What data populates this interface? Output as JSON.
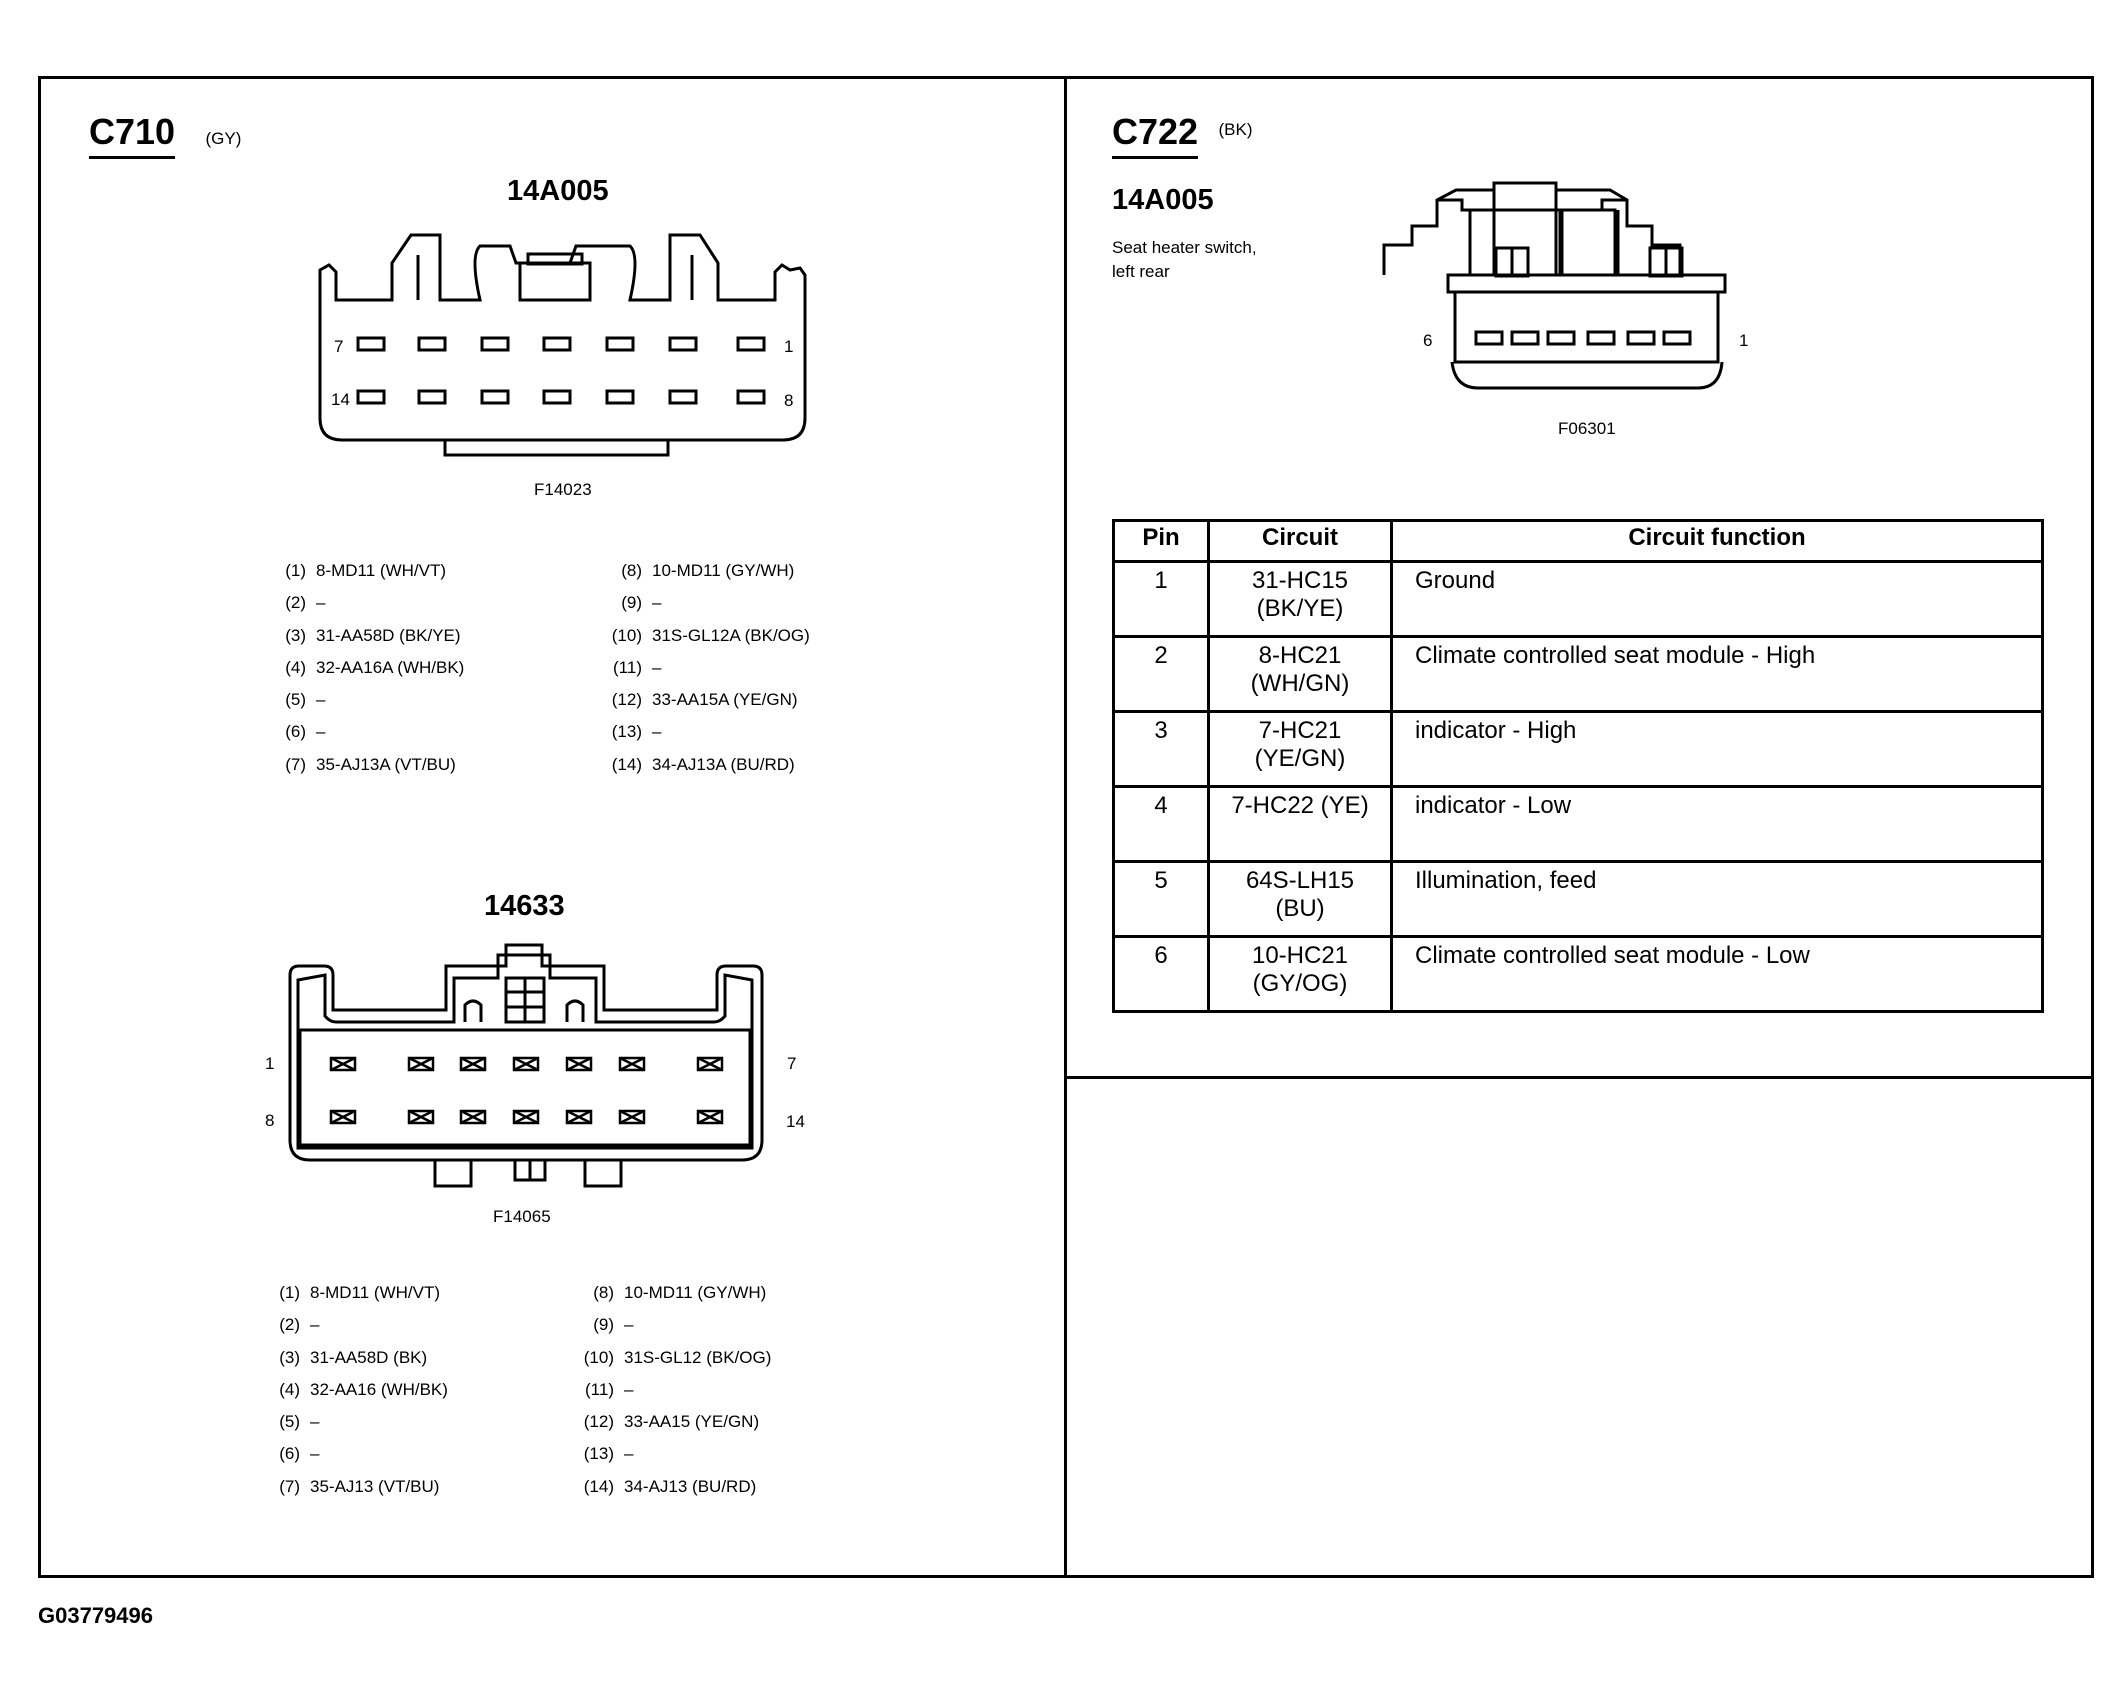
{
  "left_panel": {
    "connector_id": "C710",
    "connector_color": "(GY)",
    "part_top": {
      "number": "14A005",
      "figure_id": "F14023",
      "pin_labels": {
        "top_left": "7",
        "top_right": "1",
        "bottom_left": "14",
        "bottom_right": "8"
      },
      "pins_left": [
        {
          "num": "(1)",
          "circuit": "8-MD11 (WH/VT)"
        },
        {
          "num": "(2)",
          "circuit": "–"
        },
        {
          "num": "(3)",
          "circuit": "31-AA58D (BK/YE)"
        },
        {
          "num": "(4)",
          "circuit": "32-AA16A (WH/BK)"
        },
        {
          "num": "(5)",
          "circuit": "–"
        },
        {
          "num": "(6)",
          "circuit": "–"
        },
        {
          "num": "(7)",
          "circuit": "35-AJ13A (VT/BU)"
        }
      ],
      "pins_right": [
        {
          "num": "(8)",
          "circuit": "10-MD11 (GY/WH)"
        },
        {
          "num": "(9)",
          "circuit": "–"
        },
        {
          "num": "(10)",
          "circuit": "31S-GL12A (BK/OG)"
        },
        {
          "num": "(11)",
          "circuit": "–"
        },
        {
          "num": "(12)",
          "circuit": "33-AA15A (YE/GN)"
        },
        {
          "num": "(13)",
          "circuit": "–"
        },
        {
          "num": "(14)",
          "circuit": "34-AJ13A (BU/RD)"
        }
      ]
    },
    "part_bottom": {
      "number": "14633",
      "figure_id": "F14065",
      "pin_labels": {
        "top_left": "1",
        "top_right": "7",
        "bottom_left": "8",
        "bottom_right": "14"
      },
      "pins_left": [
        {
          "num": "(1)",
          "circuit": "8-MD11 (WH/VT)"
        },
        {
          "num": "(2)",
          "circuit": "–"
        },
        {
          "num": "(3)",
          "circuit": "31-AA58D (BK)"
        },
        {
          "num": "(4)",
          "circuit": "32-AA16 (WH/BK)"
        },
        {
          "num": "(5)",
          "circuit": "–"
        },
        {
          "num": "(6)",
          "circuit": "–"
        },
        {
          "num": "(7)",
          "circuit": "35-AJ13 (VT/BU)"
        }
      ],
      "pins_right": [
        {
          "num": "(8)",
          "circuit": "10-MD11 (GY/WH)"
        },
        {
          "num": "(9)",
          "circuit": "–"
        },
        {
          "num": "(10)",
          "circuit": "31S-GL12 (BK/OG)"
        },
        {
          "num": "(11)",
          "circuit": "–"
        },
        {
          "num": "(12)",
          "circuit": "33-AA15 (YE/GN)"
        },
        {
          "num": "(13)",
          "circuit": "–"
        },
        {
          "num": "(14)",
          "circuit": "34-AJ13 (BU/RD)"
        }
      ]
    }
  },
  "right_panel": {
    "connector_id": "C722",
    "connector_color": "(BK)",
    "part_number": "14A005",
    "description_line1": "Seat heater switch,",
    "description_line2": "left rear",
    "figure_id": "F06301",
    "pin_labels": {
      "left": "6",
      "right": "1"
    },
    "table": {
      "headers": [
        "Pin",
        "Circuit",
        "Circuit function"
      ],
      "rows": [
        {
          "pin": "1",
          "circuit_line1": "31-HC15",
          "circuit_line2": "(BK/YE)",
          "function": "Ground"
        },
        {
          "pin": "2",
          "circuit_line1": "8-HC21",
          "circuit_line2": "(WH/GN)",
          "function": "Climate controlled seat module - High"
        },
        {
          "pin": "3",
          "circuit_line1": "7-HC21",
          "circuit_line2": "(YE/GN)",
          "function": "indicator - High"
        },
        {
          "pin": "4",
          "circuit_line1": "7-HC22 (YE)",
          "circuit_line2": "",
          "function": "indicator - Low"
        },
        {
          "pin": "5",
          "circuit_line1": "64S-LH15",
          "circuit_line2": "(BU)",
          "function": "Illumination, feed"
        },
        {
          "pin": "6",
          "circuit_line1": "10-HC21",
          "circuit_line2": "(GY/OG)",
          "function": "Climate controlled seat module - Low"
        }
      ]
    }
  },
  "footer_id": "G03779496"
}
